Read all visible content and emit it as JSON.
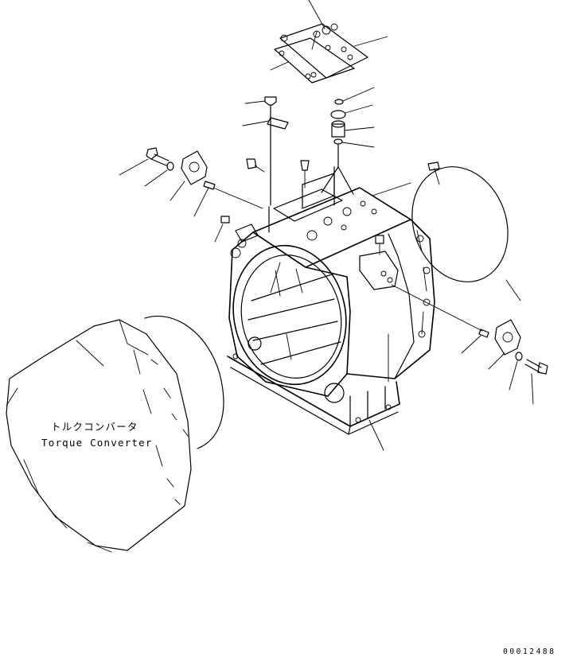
{
  "labels": {
    "torque_converter_jp": "トルクコンバータ",
    "torque_converter_en": "Torque Converter"
  },
  "drawing_number": "00012488"
}
